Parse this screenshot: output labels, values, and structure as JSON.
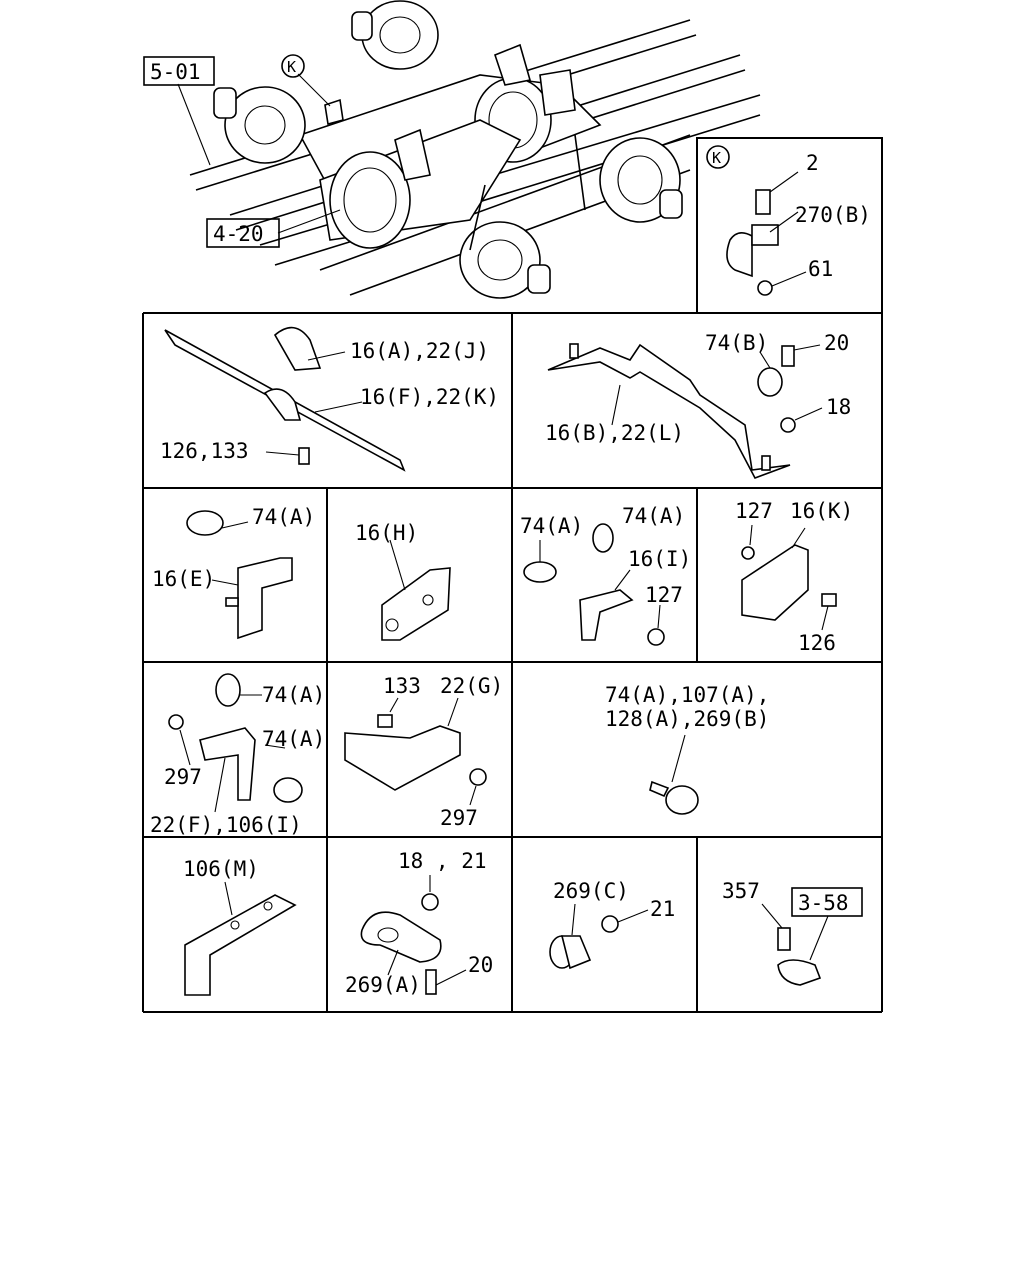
{
  "refs": {
    "ref_501": "5-01",
    "ref_420": "4-20",
    "ref_358": "3-58",
    "callout_k_top": "K",
    "callout_k_panel": "K"
  },
  "panels": {
    "k_detail": {
      "bolt": "2",
      "clip": "270(B)",
      "nut": "61"
    },
    "p_16a": {
      "upper": "16(A),22(J)",
      "lower": "16(F),22(K)",
      "bolts": "126,133"
    },
    "p_16b": {
      "bracket": "16(B),22(L)",
      "clip": "74(B)",
      "bolt": "20",
      "nut": "18"
    },
    "p_16e": {
      "clip": "74(A)",
      "bracket": "16(E)"
    },
    "p_16h": {
      "bracket": "16(H)"
    },
    "p_16i": {
      "clip_left": "74(A)",
      "clip_right": "74(A)",
      "bracket": "16(I)",
      "nut": "127"
    },
    "p_16k": {
      "nut": "127",
      "bracket": "16(K)",
      "bolt": "126"
    },
    "p_22f": {
      "clip_top": "74(A)",
      "clip_lower": "74(A)",
      "washer": "297",
      "bracket": "22(F),106(I)"
    },
    "p_22g": {
      "bolt": "133",
      "bracket": "22(G)",
      "nut": "297"
    },
    "p_band": {
      "line1": "74(A),107(A),",
      "line2": "128(A),269(B)"
    },
    "p_106m": {
      "bracket": "106(M)"
    },
    "p_269a": {
      "nuts": "18 , 21",
      "clamp": "269(A)",
      "bolt": "20"
    },
    "p_269c": {
      "clamp": "269(C)",
      "nut": "21"
    },
    "p_357": {
      "bolt": "357"
    }
  }
}
